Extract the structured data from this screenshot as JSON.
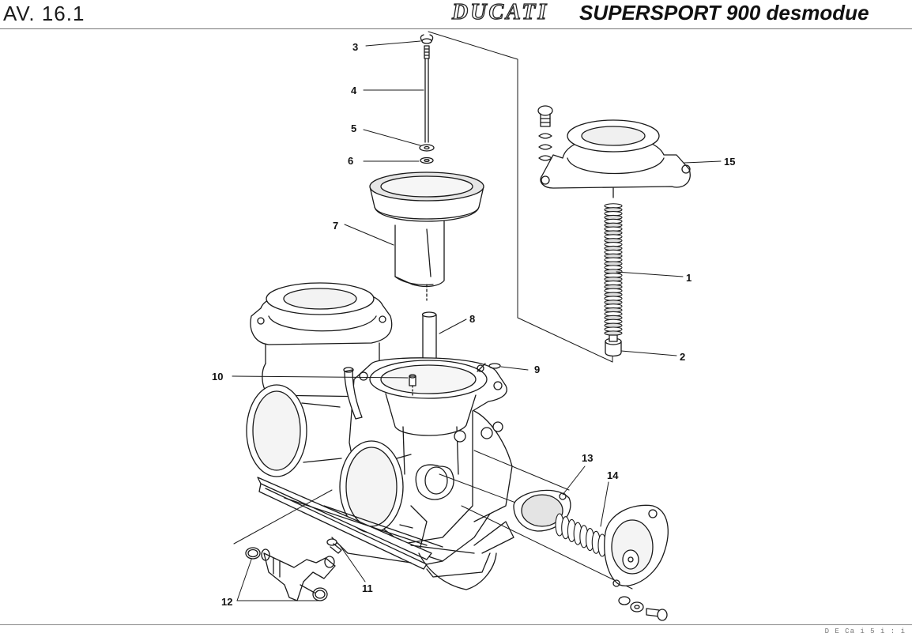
{
  "header": {
    "table_label": "AV. 16.1",
    "brand": "DUCATI",
    "model": "SUPERSPORT 900 desmodue"
  },
  "footer": {
    "code": "D E Ca  i 5  i : i"
  },
  "callouts": [
    "1",
    "2",
    "3",
    "4",
    "5",
    "6",
    "7",
    "8",
    "9",
    "10",
    "11",
    "12",
    "13",
    "14",
    "15"
  ]
}
